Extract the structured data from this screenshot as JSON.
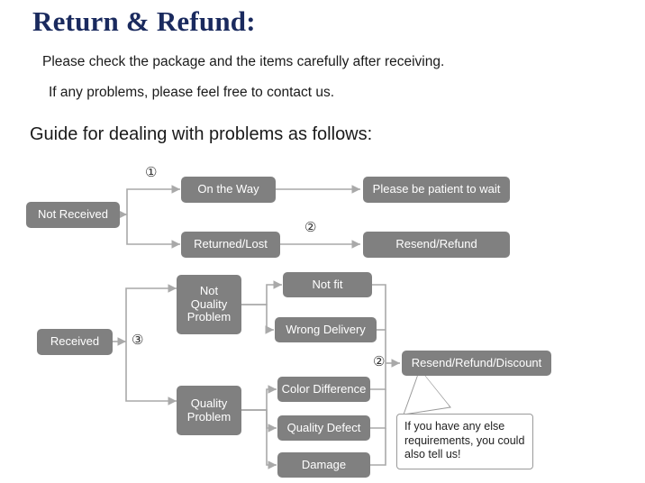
{
  "header": {
    "title": "Return & Refund:",
    "line1": "Please check the package and the items carefully after receiving.",
    "line2": "If any problems, please feel free to contact us.",
    "guide": "Guide for dealing with problems as follows:"
  },
  "colors": {
    "title": "#1a2a5e",
    "box_fill": "#808080",
    "box_text": "#ffffff",
    "connector": "#a9a9a9",
    "note_border": "#9a9a9a"
  },
  "flow": {
    "boxes": [
      {
        "id": "not-received",
        "label": "Not Received"
      },
      {
        "id": "on-the-way",
        "label": "On the Way"
      },
      {
        "id": "returned-lost",
        "label": "Returned/Lost"
      },
      {
        "id": "please-be-patient",
        "label": "Please be patient to wait"
      },
      {
        "id": "resend-refund",
        "label": "Resend/Refund"
      },
      {
        "id": "received",
        "label": "Received"
      },
      {
        "id": "not-quality-problem",
        "label": "Not Quality Problem"
      },
      {
        "id": "quality-problem",
        "label": "Quality Problem"
      },
      {
        "id": "not-fit",
        "label": "Not fit"
      },
      {
        "id": "wrong-delivery",
        "label": "Wrong Delivery"
      },
      {
        "id": "color-difference",
        "label": "Color Difference"
      },
      {
        "id": "quality-defect",
        "label": "Quality Defect"
      },
      {
        "id": "damage",
        "label": "Damage"
      },
      {
        "id": "resend-refund-discount",
        "label": "Resend/Refund/Discount"
      }
    ],
    "markers": [
      {
        "id": "marker-1",
        "label": "①"
      },
      {
        "id": "marker-2a",
        "label": "②"
      },
      {
        "id": "marker-3",
        "label": "③"
      },
      {
        "id": "marker-2b",
        "label": "②"
      }
    ],
    "note": "If you have any else requirements, you could also tell us!"
  }
}
